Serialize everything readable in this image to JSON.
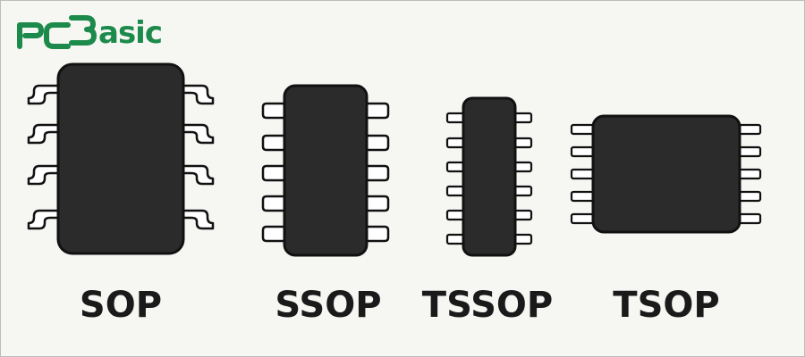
{
  "brand": {
    "name": "PCBasic",
    "logo_text": "PCBasic",
    "color": "#1c8a4a"
  },
  "colors": {
    "background": "#f6f6f3",
    "chip_body": "#2b2b2b",
    "lead_fill": "#ffffff",
    "outline": "#111111"
  },
  "packages": [
    {
      "name": "SOP",
      "pins_per_side": 4
    },
    {
      "name": "SSOP",
      "pins_per_side": 5
    },
    {
      "name": "TSSOP",
      "pins_per_side": 6
    },
    {
      "name": "TSOP",
      "pins_per_side": 5
    }
  ]
}
